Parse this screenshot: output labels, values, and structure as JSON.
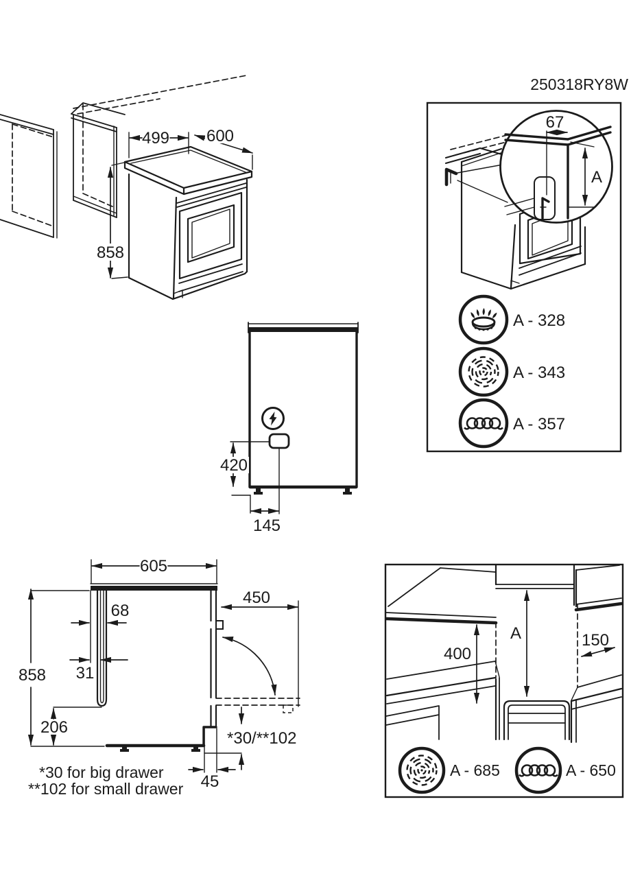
{
  "header": {
    "code": "250318RY8W"
  },
  "fig_front": {
    "dims": {
      "width": "499",
      "depth": "600",
      "height": "858"
    }
  },
  "fig_detail": {
    "dims": {
      "bracket_offset": "67",
      "height_ref": "A"
    },
    "legend": [
      {
        "icon": "gas-burner",
        "value": "A - 328"
      },
      {
        "icon": "fan",
        "value": "A - 343"
      },
      {
        "icon": "coil",
        "value": "A - 357"
      }
    ]
  },
  "fig_rear": {
    "dims": {
      "inlet_height": "420",
      "inlet_offset": "145"
    }
  },
  "fig_side": {
    "dims": {
      "depth": "605",
      "rear_gap": "68",
      "panel_gap": "31",
      "height": "858",
      "plinth_height": "206",
      "door_depth": "450",
      "drawer_gap": "*30/**102",
      "plinth_recess": "45"
    },
    "notes": [
      "*30 for big drawer",
      "**102 for small drawer"
    ]
  },
  "fig_clearance": {
    "dims": {
      "counter_to_cabinet": "400",
      "hood_height": "A",
      "side_gap": "150"
    },
    "legend": [
      {
        "icon": "fan",
        "value": "A - 685"
      },
      {
        "icon": "coil",
        "value": "A - 650"
      }
    ]
  }
}
